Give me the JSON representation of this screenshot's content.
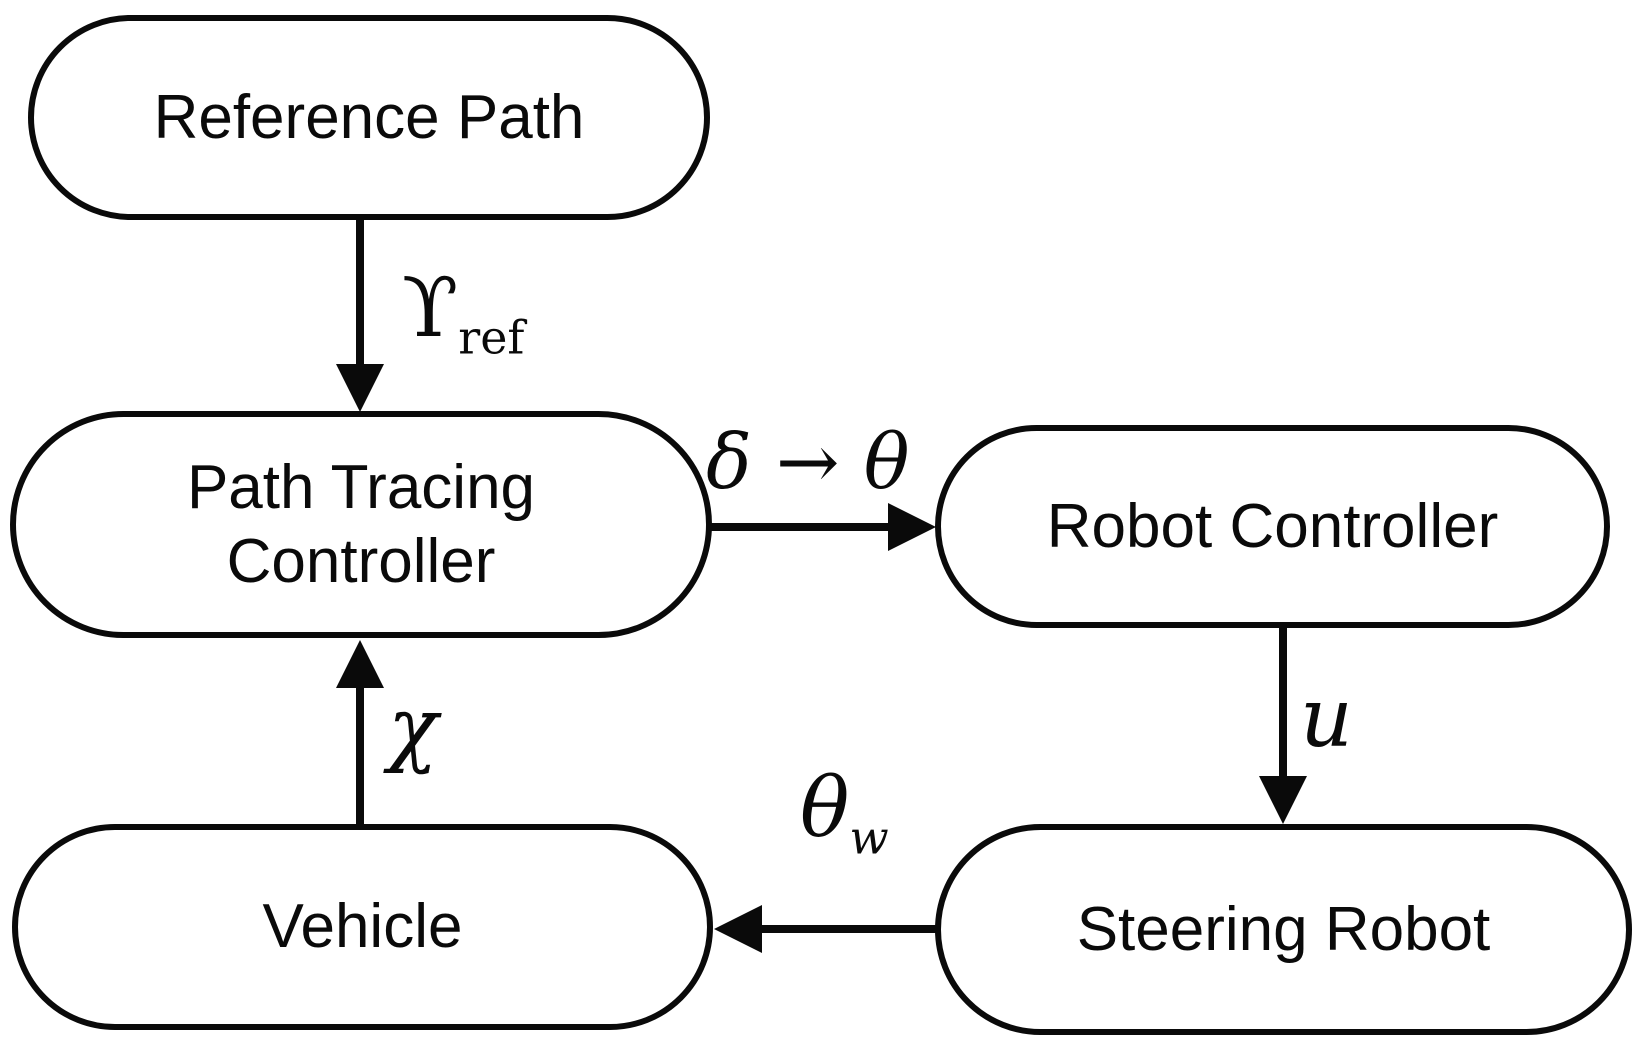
{
  "diagram": {
    "type": "block-diagram",
    "description": "Closed-loop path tracing control block diagram with steering robot",
    "colors": {
      "stroke": "#0a0a0a",
      "fill": "#ffffff",
      "text": "#0a0a0a",
      "background": "#ffffff"
    },
    "nodes": [
      {
        "id": "reference-path",
        "label": "Reference Path"
      },
      {
        "id": "path-tracing-controller",
        "label": "Path Tracing Controller"
      },
      {
        "id": "robot-controller",
        "label": "Robot Controller"
      },
      {
        "id": "vehicle",
        "label": "Vehicle"
      },
      {
        "id": "steering-robot",
        "label": "Steering Robot"
      }
    ],
    "edges": [
      {
        "from": "reference-path",
        "to": "path-tracing-controller",
        "direction": "down",
        "label_symbol": "ϒ",
        "label_subscript": "ref"
      },
      {
        "from": "path-tracing-controller",
        "to": "robot-controller",
        "direction": "right",
        "label_symbol": "δ → θ",
        "label_subscript": ""
      },
      {
        "from": "robot-controller",
        "to": "steering-robot",
        "direction": "down",
        "label_symbol": "u",
        "label_subscript": ""
      },
      {
        "from": "steering-robot",
        "to": "vehicle",
        "direction": "left",
        "label_symbol": "θ",
        "label_subscript": "w"
      },
      {
        "from": "vehicle",
        "to": "path-tracing-controller",
        "direction": "up",
        "label_symbol": "χ",
        "label_subscript": ""
      }
    ]
  }
}
